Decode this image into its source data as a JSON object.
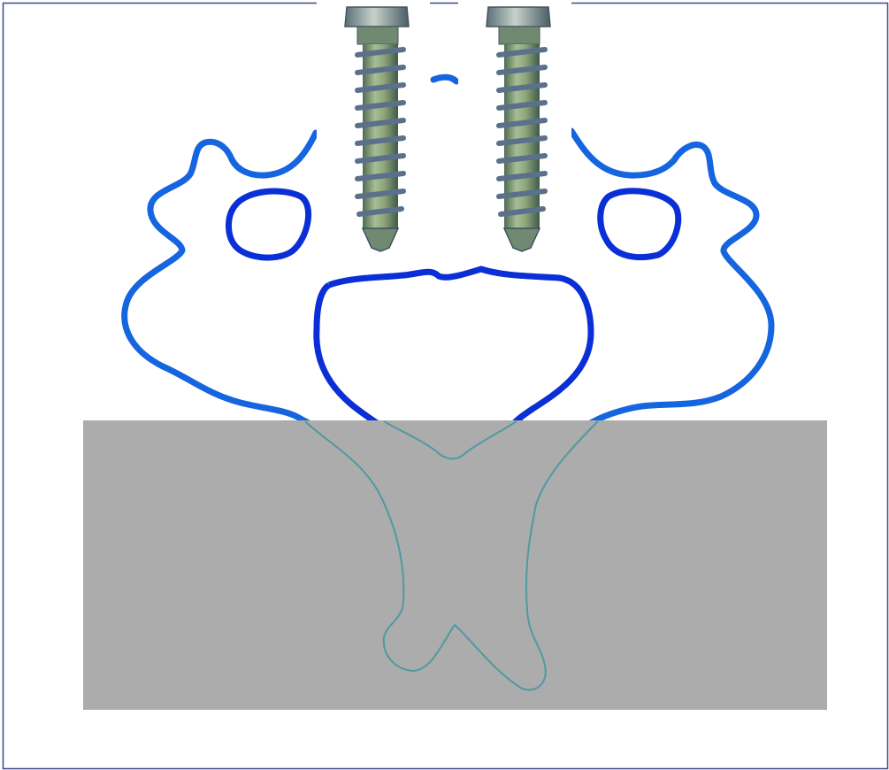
{
  "figure": {
    "colors": {
      "background": "#ffffff",
      "frame": "#3c4a8c",
      "outer_outline": "#1565e0",
      "inner_outline": "#0b2fd6",
      "overlay_rect": "#acacac",
      "section_outline": "#4f9aa0",
      "screw_body": "#7f9f7a",
      "screw_thread": "#5b708a",
      "screw_shadow": "#3f5064"
    },
    "elements": [
      "vertebra-outline",
      "vertebral-foramen",
      "left-transverse-foramen",
      "right-transverse-foramen",
      "gray-overlay",
      "section-outline",
      "left-screw",
      "right-screw"
    ]
  }
}
